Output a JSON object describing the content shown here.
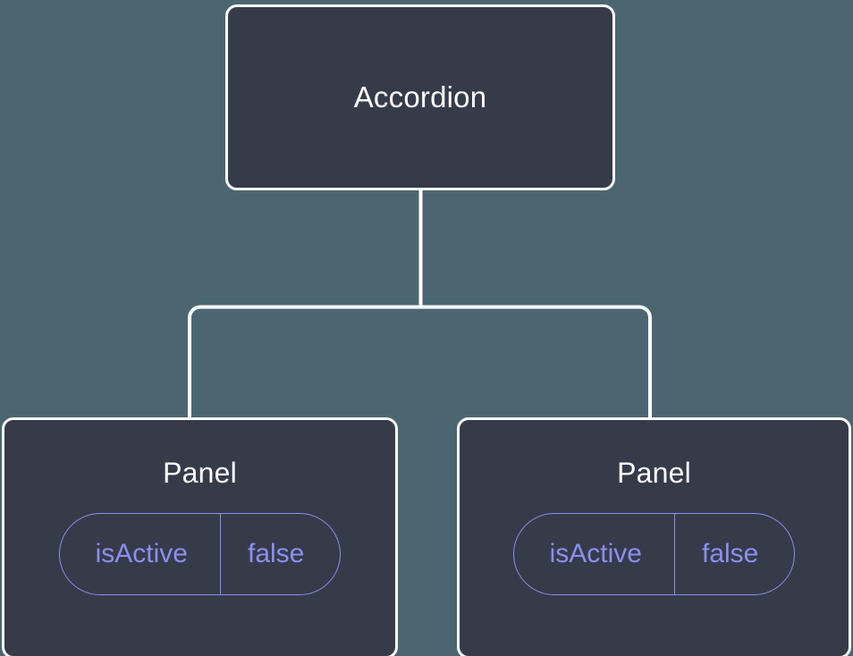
{
  "diagram": {
    "type": "component-tree",
    "background_color": "#4b6670",
    "node_fill_color": "#363b4a",
    "node_border_color": "#ffffff",
    "connector_color": "#ffffff",
    "accent_color": "#8b8ff0",
    "root": {
      "title": "Accordion"
    },
    "children": [
      {
        "title": "Panel",
        "state": {
          "key": "isActive",
          "value": "false"
        }
      },
      {
        "title": "Panel",
        "state": {
          "key": "isActive",
          "value": "false"
        }
      }
    ]
  }
}
